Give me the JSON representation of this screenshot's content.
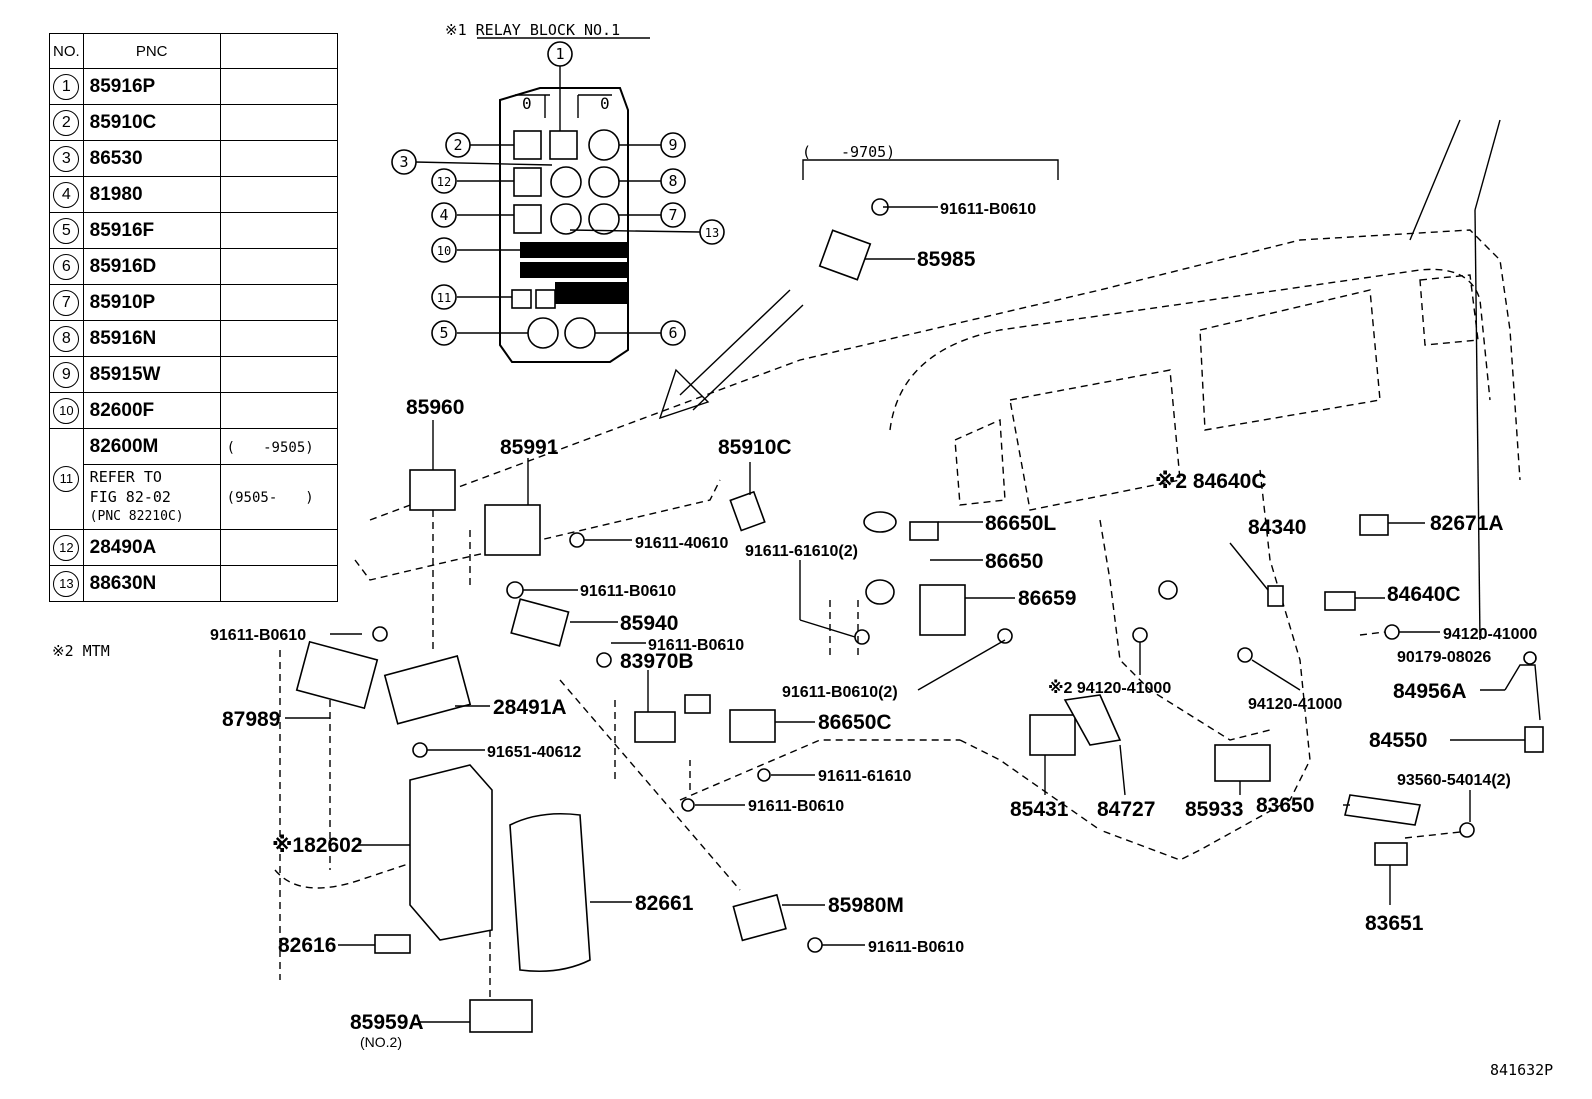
{
  "table": {
    "headers": [
      "NO.",
      "PNC",
      ""
    ],
    "rows": [
      {
        "no": "1",
        "pnc": "85916P",
        "remark": ""
      },
      {
        "no": "2",
        "pnc": "85910C",
        "remark": ""
      },
      {
        "no": "3",
        "pnc": "86530",
        "remark": ""
      },
      {
        "no": "4",
        "pnc": "81980",
        "remark": ""
      },
      {
        "no": "5",
        "pnc": "85916F",
        "remark": ""
      },
      {
        "no": "6",
        "pnc": "85916D",
        "remark": ""
      },
      {
        "no": "7",
        "pnc": "85910P",
        "remark": ""
      },
      {
        "no": "8",
        "pnc": "85916N",
        "remark": ""
      },
      {
        "no": "9",
        "pnc": "85915W",
        "remark": ""
      },
      {
        "no": "10",
        "pnc": "82600F",
        "remark": ""
      }
    ],
    "row11": {
      "no": "11",
      "pnc_a": "82600M",
      "remark_a": "(　　-9505)",
      "ref_line1": "REFER TO",
      "ref_line2": "FIG 82-02",
      "ref_line3": "(PNC 82210C)",
      "remark_b": "(9505-　　)"
    },
    "rows_tail": [
      {
        "no": "12",
        "pnc": "28490A",
        "remark": ""
      },
      {
        "no": "13",
        "pnc": "88630N",
        "remark": ""
      }
    ]
  },
  "relay_block": {
    "title": "※1 RELAY BLOCK NO.1",
    "zero_left": "0",
    "zero_right": "0",
    "callouts": [
      "1",
      "2",
      "3",
      "12",
      "4",
      "10",
      "11",
      "5",
      "9",
      "8",
      "7",
      "13",
      "6"
    ]
  },
  "notes": {
    "mtm_note": "※2 MTM",
    "date_range_9705": "(　　-9705)"
  },
  "part_labels": {
    "p91611_B0610_top": "91611-B0610",
    "p85985": "85985",
    "p85960": "85960",
    "p85991": "85991",
    "p85910C": "85910C",
    "p91611_40610": "91611-40610",
    "p91611_61610_2": "91611-61610(2)",
    "p86650L": "86650L",
    "p86650": "86650",
    "p86659": "86659",
    "p91611_B0610_mid": "91611-B0610",
    "p85940": "85940",
    "p91611_B0610_r": "91611-B0610",
    "p83970B": "83970B",
    "p91611_B0610_left": "91611-B0610",
    "p87989": "87989",
    "p28491A": "28491A",
    "p91651_40612": "91651-40612",
    "p86650C": "86650C",
    "p91611_B0610_2": "91611-B0610(2)",
    "p91611_61610": "91611-61610",
    "p91611_B0610_low": "91611-B0610",
    "p82602": "※182602",
    "p82661": "82661",
    "p82616": "82616",
    "p85980M": "85980M",
    "p91611_B0610_bot": "91611-B0610",
    "p85959A": "85959A",
    "p85959A_no2": "(NO.2)",
    "p84640C_top": "※2 84640C",
    "p84340": "84340",
    "p82671A": "82671A",
    "p84640C": "84640C",
    "p94120_41000_a": "94120-41000",
    "p90179_08026": "90179-08026",
    "p94120_41000_b": "※2 94120-41000",
    "p94120_41000_c": "94120-41000",
    "p84956A": "84956A",
    "p84550": "84550",
    "p85431": "85431",
    "p84727": "84727",
    "p85933": "85933",
    "p83650": "83650",
    "p93560_54014": "93560-54014(2)",
    "p83651": "83651"
  },
  "figure_id": "841632P"
}
